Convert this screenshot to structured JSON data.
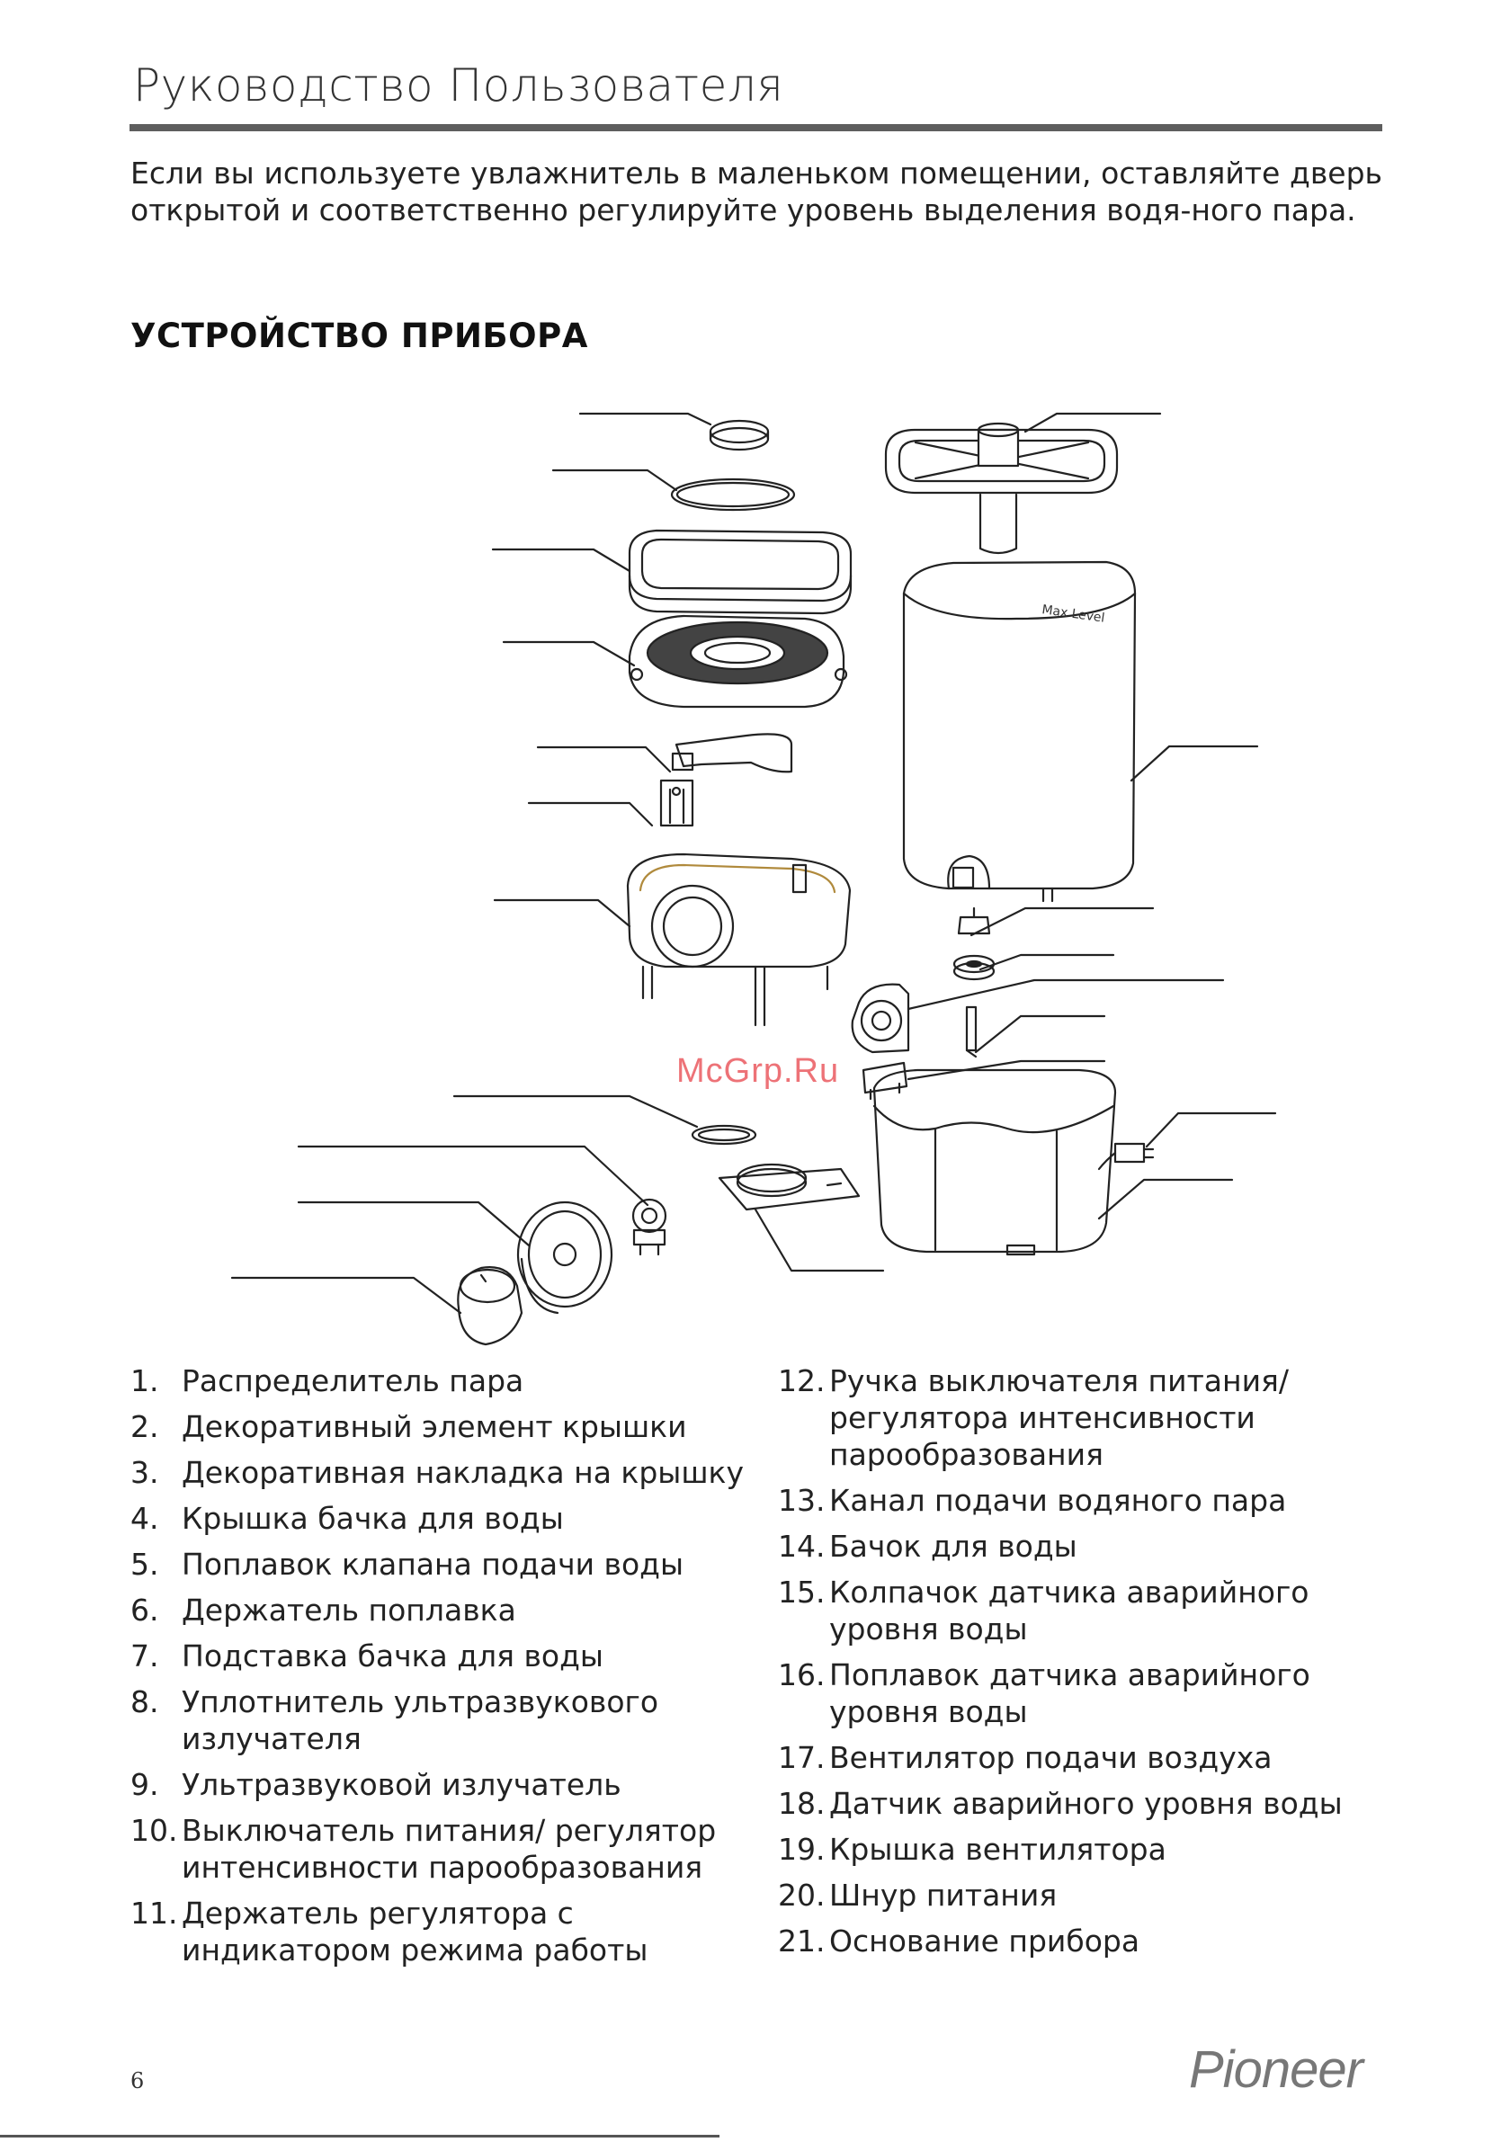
{
  "header": {
    "title": "Руководство Пользователя"
  },
  "intro": "Если вы используете увлажнитель в маленьком помещении, оставляйте дверь открытой и соответственно регулируйте уровень выделения водя-ного пара.",
  "section_title": "УСТРОЙСТВО ПРИБОРА",
  "diagram": {
    "tank_marking": "Max Level"
  },
  "watermark": "McGrp.Ru",
  "parts_left": [
    {
      "num": "1.",
      "text": "Распределитель пара"
    },
    {
      "num": "2.",
      "text": "Декоративный элемент крышки"
    },
    {
      "num": "3.",
      "text": "Декоративная накладка на крышку"
    },
    {
      "num": "4.",
      "text": "Крышка бачка для воды"
    },
    {
      "num": "5.",
      "text": "Поплавок клапана подачи воды"
    },
    {
      "num": "6.",
      "text": "Держатель поплавка"
    },
    {
      "num": "7.",
      "text": "Подставка бачка для воды"
    },
    {
      "num": "8.",
      "text": "Уплотнитель ультразвукового излучателя"
    },
    {
      "num": "9.",
      "text": "Ультразвуковой излучатель"
    },
    {
      "num": "10.",
      "text": "Выключатель питания/ регулятор интенсивности парообразования"
    },
    {
      "num": "11.",
      "text": "Держатель регулятора с индикатором режима работы"
    }
  ],
  "parts_right": [
    {
      "num": "12.",
      "text": "Ручка выключателя питания/ регулятора интенсивности парообразования"
    },
    {
      "num": "13.",
      "text": "Канал подачи водяного пара"
    },
    {
      "num": "14.",
      "text": "Бачок для воды"
    },
    {
      "num": "15.",
      "text": "Колпачок датчика аварийного уровня воды"
    },
    {
      "num": "16.",
      "text": "Поплавок датчика аварийного уровня воды"
    },
    {
      "num": "17.",
      "text": "Вентилятор подачи воздуха"
    },
    {
      "num": "18.",
      "text": "Датчик аварийного уровня воды"
    },
    {
      "num": "19.",
      "text": "Крышка вентилятора"
    },
    {
      "num": "20.",
      "text": "Шнур питания"
    },
    {
      "num": "21.",
      "text": "Основание прибора"
    }
  ],
  "footer": {
    "page_number": "6",
    "brand": "Pioneer"
  }
}
